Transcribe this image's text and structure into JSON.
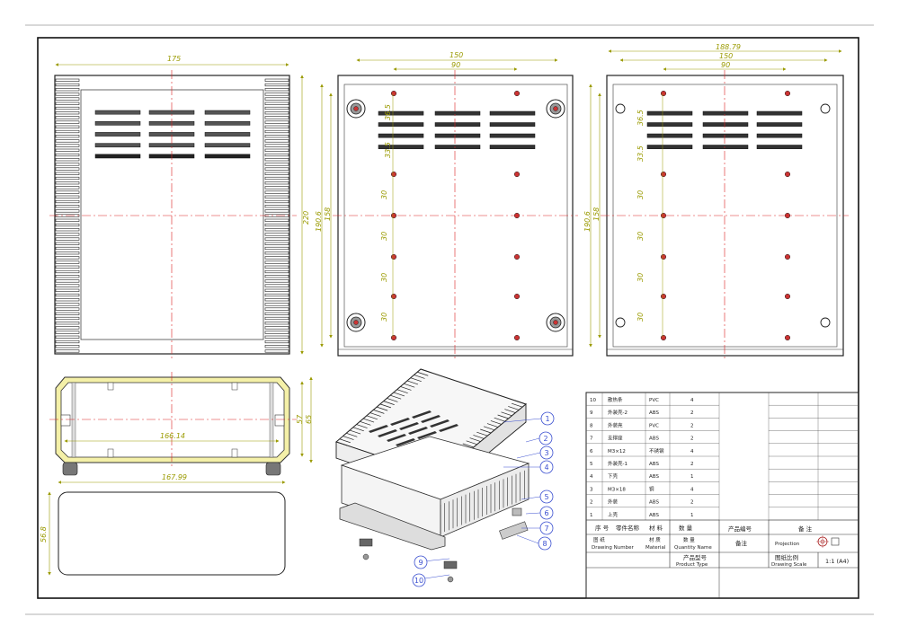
{
  "dimensions": {
    "front_width": "175",
    "front_height": "220",
    "bottom_outer": "150",
    "bottom_inner": "90",
    "bottom_h1": "190.6",
    "bottom_h2": "158",
    "bottom_v1": "36.5",
    "bottom_v2": "33.5",
    "bottom_v3": "30",
    "rear_outer": "188.79",
    "rear_mid": "150",
    "rear_inner": "90",
    "rear_h1": "190.6",
    "rear_h2": "158",
    "section_width": "166.14",
    "section_h1": "57",
    "section_h2": "65",
    "plate_width": "167.99",
    "plate_height": "56.8"
  },
  "balloons": [
    "1",
    "2",
    "3",
    "4",
    "5",
    "6",
    "7",
    "8",
    "9",
    "10"
  ],
  "parts_list": [
    {
      "no": "10",
      "name": "散热条",
      "mat": "PVC",
      "qty": "4"
    },
    {
      "no": "9",
      "name": "外装壳-2",
      "mat": "ABS",
      "qty": "2"
    },
    {
      "no": "8",
      "name": "外装壳",
      "mat": "PVC",
      "qty": "2"
    },
    {
      "no": "7",
      "name": "支撑座",
      "mat": "ABS",
      "qty": "2"
    },
    {
      "no": "6",
      "name": "M3×12",
      "mat": "不锈钢",
      "qty": "4"
    },
    {
      "no": "5",
      "name": "外装壳-1",
      "mat": "ABS",
      "qty": "2"
    },
    {
      "no": "4",
      "name": "下壳",
      "mat": "ABS",
      "qty": "1"
    },
    {
      "no": "3",
      "name": "M3×18",
      "mat": "铜",
      "qty": "4"
    },
    {
      "no": "2",
      "name": "外装",
      "mat": "ABS",
      "qty": "2"
    },
    {
      "no": "1",
      "name": "上壳",
      "mat": "ABS",
      "qty": "1"
    }
  ],
  "title_block": {
    "h_no": "序 号",
    "h_name": "零件名称",
    "h_mat": "材 料",
    "h_qty": "数 量",
    "h_no_en": "图 纸",
    "h_name_en": "Drawing  Number",
    "h_mat_en": "材 质",
    "h_mat_en2": "Material",
    "h_qty_en": "数 量",
    "h_qty_en2": "Quantity  Name",
    "product_no": "产品编号",
    "product_val": "备注",
    "remark": "备 注",
    "projection": "Projection",
    "model_label": "产品型号",
    "model_en": "Product  Type",
    "drawing_label": "图纸比例",
    "drawing_en": "Drawing  Scale",
    "scale": "1:1 (A4)"
  }
}
